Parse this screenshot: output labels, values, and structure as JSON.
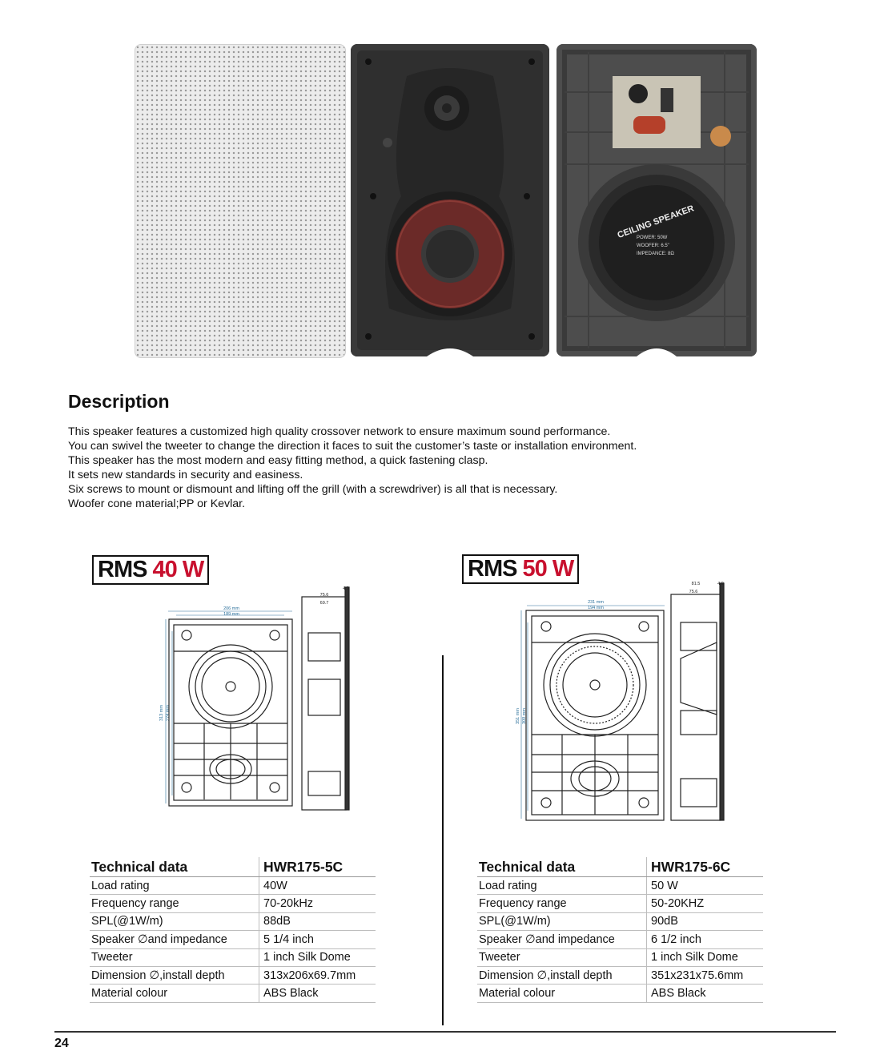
{
  "description": {
    "title": "Description",
    "lines": [
      "This speaker features a customized high quality crossover network to ensure maximum sound performance.",
      "You can swivel the tweeter to change the direction it faces to suit the customer’s taste or installation environment.",
      "This speaker has the most modern and easy fitting method, a quick fastening clasp.",
      "It sets new standards in security and easiness.",
      "Six screws to mount or dismount and lifting off the grill (with a screwdriver) is all that is necessary.",
      "Woofer cone material;PP or Kevlar."
    ]
  },
  "photos": {
    "label_line1": "CEILING SPEAKER",
    "specs": [
      "POWER: 50W",
      "WOOFER: 6.5\"",
      "IMPEDANCE: 8Ω"
    ]
  },
  "models": [
    {
      "rms_prefix": "RMS",
      "rms_value": "40 W",
      "dims": {
        "width_outer": "206 mm",
        "width_inner": "189 mm",
        "height_outer": "313 mm",
        "height_inner": "274 mm",
        "depth_a": "75.6",
        "depth_b": "69.7",
        "depth_c": "4.9"
      },
      "table": {
        "header": [
          "Technical data",
          "HWR175-5C"
        ],
        "rows": [
          [
            "Load rating",
            "40W"
          ],
          [
            "Frequency range",
            "70-20kHz"
          ],
          [
            "SPL(@1W/m)",
            "88dB"
          ],
          [
            "Speaker ∅and impedance",
            "5 1/4 inch"
          ],
          [
            "Tweeter",
            "1 inch Silk Dome"
          ],
          [
            "Dimension ∅,install depth",
            "313x206x69.7mm"
          ],
          [
            "Material colour",
            "ABS Black"
          ]
        ]
      }
    },
    {
      "rms_prefix": "RMS",
      "rms_value": "50 W",
      "dims": {
        "width_outer": "231 mm",
        "width_inner": "194 mm",
        "height_outer": "351 mm",
        "height_inner": "309 mm",
        "depth_a": "81.5",
        "depth_b": "75.6",
        "depth_c": "4.9"
      },
      "table": {
        "header": [
          "Technical data",
          "HWR175-6C"
        ],
        "rows": [
          [
            "Load rating",
            "50 W"
          ],
          [
            "Frequency range",
            "50-20KHZ"
          ],
          [
            "SPL(@1W/m)",
            "90dB"
          ],
          [
            "Speaker ∅and impedance",
            "6 1/2 inch"
          ],
          [
            "Tweeter",
            "1 inch Silk Dome"
          ],
          [
            "Dimension ∅,install depth",
            "351x231x75.6mm"
          ],
          [
            "Material colour",
            "ABS Black"
          ]
        ]
      }
    }
  ],
  "footer": {
    "page_number": "24"
  }
}
